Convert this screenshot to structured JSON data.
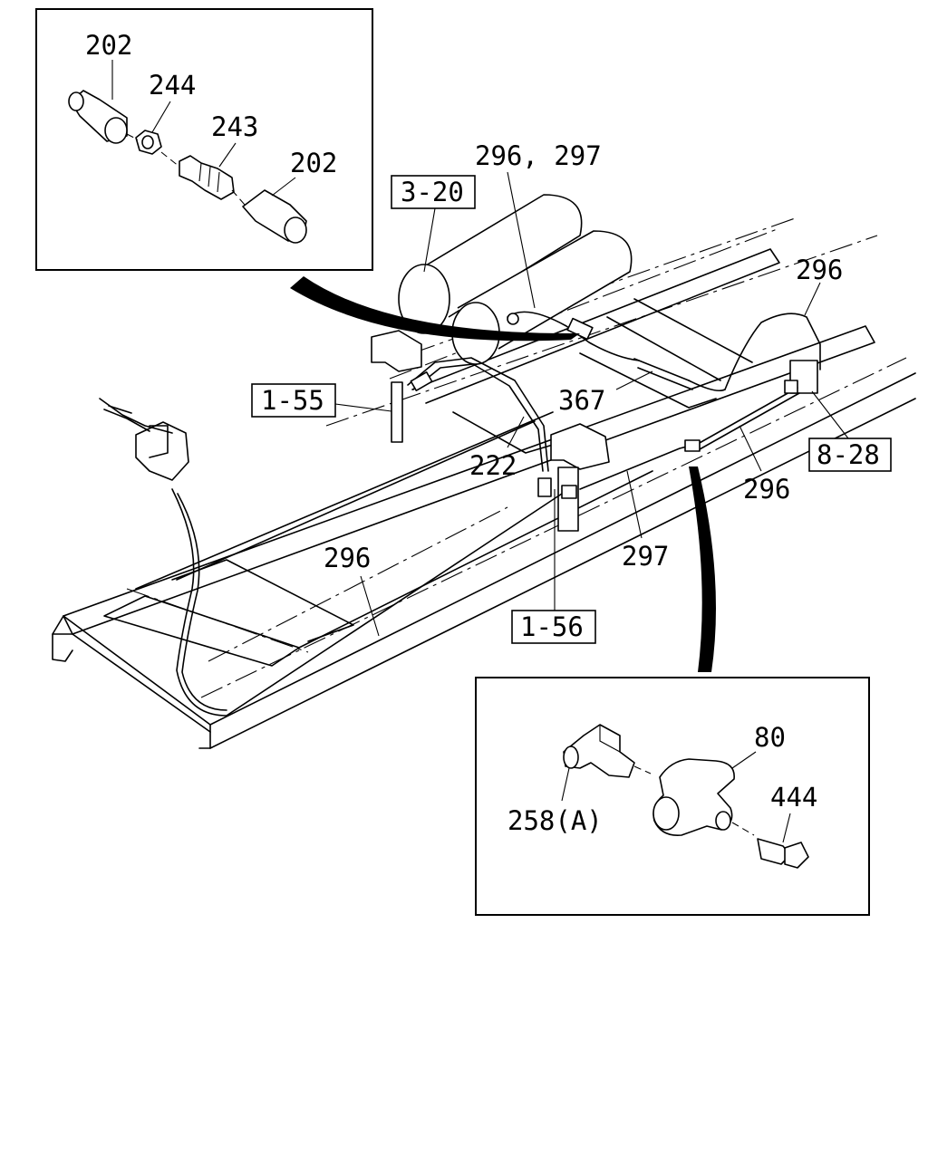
{
  "diagram": {
    "callouts": {
      "c202a": "202",
      "c244": "244",
      "c243": "243",
      "c202b": "202",
      "c296_297": "296, 297",
      "c296_top": "296",
      "c367": "367",
      "c222": "222",
      "c296_right": "296",
      "c297": "297",
      "c296_left": "296",
      "c80": "80",
      "c444": "444",
      "c258a": "258(A)"
    },
    "refs": {
      "r3_20": "3-20",
      "r1_55": "1-55",
      "r8_28": "8-28",
      "r1_56": "1-56"
    }
  }
}
